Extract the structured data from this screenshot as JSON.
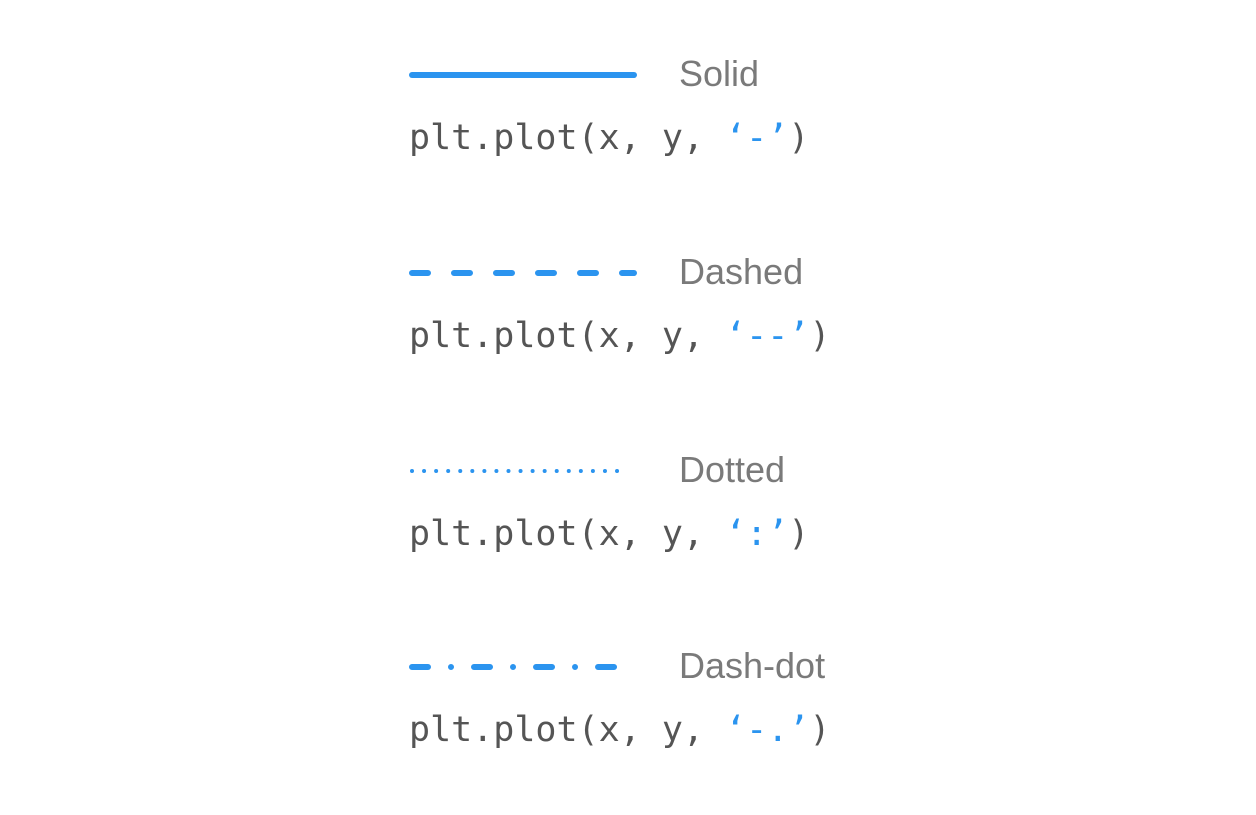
{
  "colors": {
    "accent": "#2b94ef",
    "label": "#7a7a7a",
    "code": "#555555"
  },
  "code_prefix": "plt.plot(x, y, ",
  "code_suffix": ")",
  "styles": [
    {
      "name": "Solid",
      "pattern": "solid",
      "arg": "‘-’"
    },
    {
      "name": "Dashed",
      "pattern": "dashed",
      "arg": "‘--’"
    },
    {
      "name": "Dotted",
      "pattern": "dotted",
      "arg": "‘:’"
    },
    {
      "name": "Dash-dot",
      "pattern": "dash-dot",
      "arg": "‘-.’"
    }
  ]
}
